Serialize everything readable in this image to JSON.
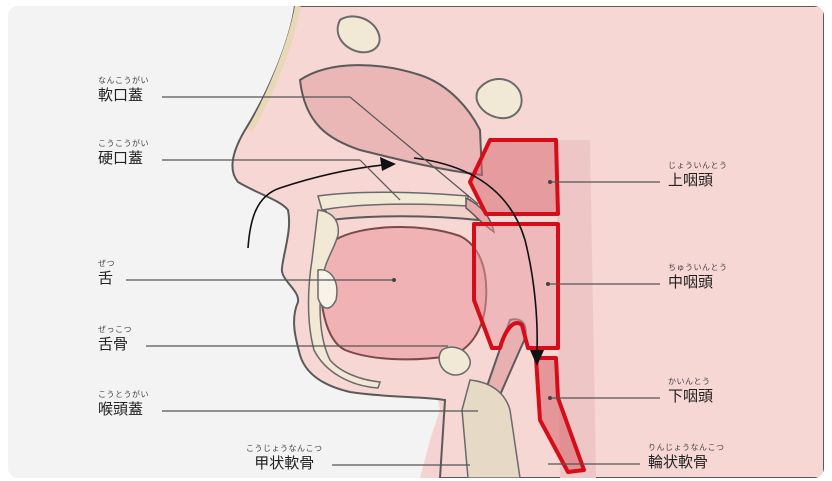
{
  "labels_left": [
    {
      "id": "soft-palate",
      "ruby": "なんこうがい",
      "name": "軟口蓋"
    },
    {
      "id": "hard-palate",
      "ruby": "こうこうがい",
      "name": "硬口蓋"
    },
    {
      "id": "tongue",
      "ruby": "ぜつ",
      "name": "舌"
    },
    {
      "id": "hyoid",
      "ruby": "ぜっこつ",
      "name": "舌骨"
    },
    {
      "id": "epiglottis",
      "ruby": "こうとうがい",
      "name": "喉頭蓋"
    }
  ],
  "labels_bottom": [
    {
      "id": "thyroid-cartilage",
      "ruby": "こうじょうなんこつ",
      "name": "甲状軟骨"
    }
  ],
  "labels_right": [
    {
      "id": "epipharynx",
      "ruby": "じょういんとう",
      "name": "上咽頭"
    },
    {
      "id": "mesopharynx",
      "ruby": "ちゅういんとう",
      "name": "中咽頭"
    },
    {
      "id": "hypopharynx",
      "ruby": "かいんとう",
      "name": "下咽頭"
    },
    {
      "id": "cricoid-cartilage",
      "ruby": "りんじょうなんこつ",
      "name": "輪状軟骨"
    }
  ],
  "colors": {
    "background": "#f3f3f3",
    "tissue": "#f5d3d3",
    "cavity": "#e9aeb0",
    "highlight_outline": "#d80c18",
    "highlight_fill": "#d96a72",
    "bone": "#f1e8d6",
    "outline": "#555555"
  }
}
